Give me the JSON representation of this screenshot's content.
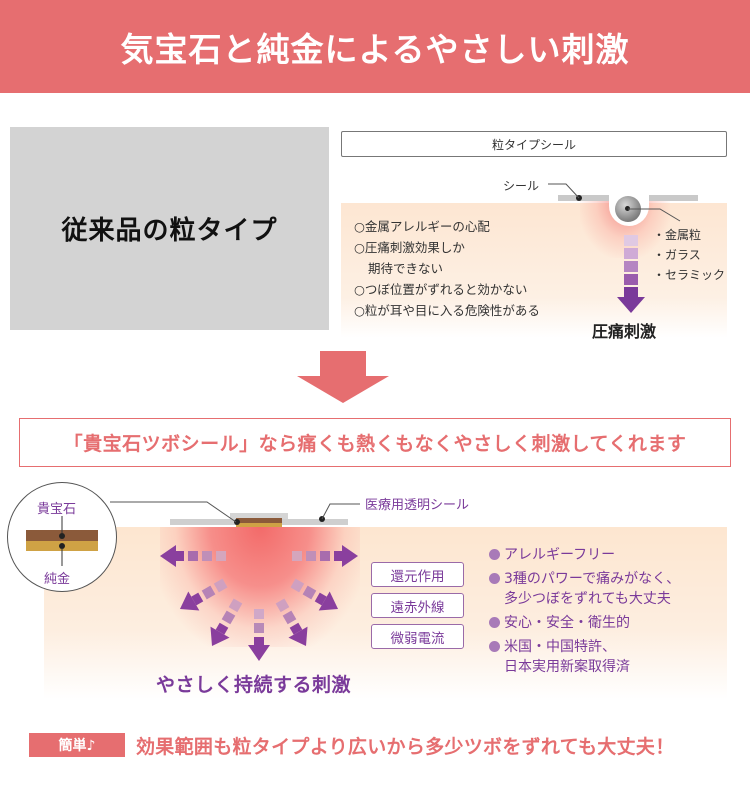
{
  "header": {
    "title": "気宝石と純金によるやさしい刺激",
    "background_color": "#e66e70"
  },
  "old_type": {
    "title": "従来品の粒タイプ",
    "panel_label": "粒タイプシール",
    "seal_label": "シール",
    "drawbacks": [
      "○金属アレルギーの心配",
      "○圧痛刺激効果しか",
      "期待できない",
      "○つぼ位置がずれると効かない",
      "○粒が耳や目に入る危険性がある"
    ],
    "materials": [
      "・金属粒",
      "・ガラス",
      "・セラミック"
    ],
    "effect_label": "圧痛刺激"
  },
  "callout": {
    "text": "「貴宝石ツボシール」なら痛くも熱くもなくやさしく刺激してくれます",
    "color": "#e66e70"
  },
  "new_type": {
    "zoom_gem_label": "貴宝石",
    "zoom_gold_label": "純金",
    "seal_label": "医療用透明シール",
    "powers": [
      "還元作用",
      "遠赤外線",
      "微弱電流"
    ],
    "benefits": [
      {
        "line1": "アレルギーフリー",
        "line2": ""
      },
      {
        "line1": "3種のパワーで痛みがなく、",
        "line2": "多少つぼをずれても大丈夫"
      },
      {
        "line1": "安心・安全・衛生的",
        "line2": ""
      },
      {
        "line1": "米国・中国特許、",
        "line2": "日本実用新案取得済"
      }
    ],
    "effect_label": "やさしく持続する刺激",
    "accent_color": "#7a3a9a"
  },
  "footer": {
    "badge": "簡単♪",
    "text": "効果範囲も粒タイプより広いから多少ツボをずれても大丈夫！"
  }
}
